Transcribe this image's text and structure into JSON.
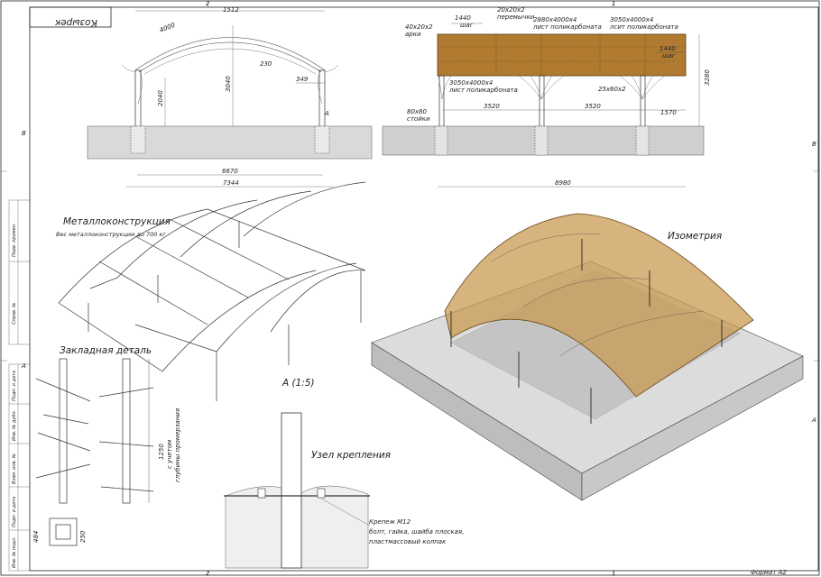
{
  "title_mirrored": "Козырек",
  "border": {
    "top_marks": [
      "2",
      "1"
    ],
    "bottom_marks": [
      "2",
      "1"
    ],
    "side_marks": [
      "B",
      "A"
    ]
  },
  "format_label": "Формат А2",
  "side_stamp": [
    "Перв. примен.",
    "Справ. №",
    "Подп. и дата",
    "Инв. № дубл.",
    "Взам. инв. №",
    "Подп. и дата",
    "Инв. № подл."
  ],
  "front_view": {
    "dims": {
      "arc": "4000",
      "top": "1512",
      "gap": "230",
      "h_side": "2040",
      "h_total": "3040",
      "post": "349",
      "inner": "6670",
      "outer": "7344"
    },
    "callout": "A"
  },
  "side_view": {
    "dims": {
      "d1440a": "1440",
      "d1440b": "1440",
      "h3280": "3280",
      "span1": "3520",
      "span2": "3520",
      "end": "1570",
      "total": "8980"
    },
    "labels": {
      "arch": "40х20х2",
      "arch_sub": "арки",
      "step": "шаг",
      "jumpers": "20х20х2",
      "jumpers_sub": "перемычки",
      "sheet1": "2880х4000х4",
      "sheet1_sub": "лист поликарбоната",
      "sheet2": "3050х4000х4",
      "sheet2_sub": "лсит поликарбоната",
      "step2": "шаг",
      "sheet3": "3050х4000х4",
      "sheet3_sub": "лист поликарбоната",
      "pipe": "25х60х2",
      "posts": "80х80",
      "posts_sub": "стойки"
    }
  },
  "metal": {
    "title": "Металлоконструкция",
    "subtitle": "Вес металлоконструкции до 700 кг"
  },
  "iso": {
    "title": "Изометрия"
  },
  "embed": {
    "title": "Закладная деталь",
    "dim_len": "1250",
    "dim_note1": "с учетом",
    "dim_note2": "глубины промерзания",
    "dim_w": "484",
    "dim_plate": "250"
  },
  "detail": {
    "callout": "А (1:5)"
  },
  "node": {
    "title": "Узел крепления",
    "fastener": "Крепеж М12",
    "fastener_line1": "болт, гайка, шайба плоская,",
    "fastener_line2": "пластмассовый колпак"
  },
  "colors": {
    "roof": "#b07a30",
    "roof_iso": "#c99a52",
    "ground": "#d9d9d9",
    "line": "#333333"
  }
}
